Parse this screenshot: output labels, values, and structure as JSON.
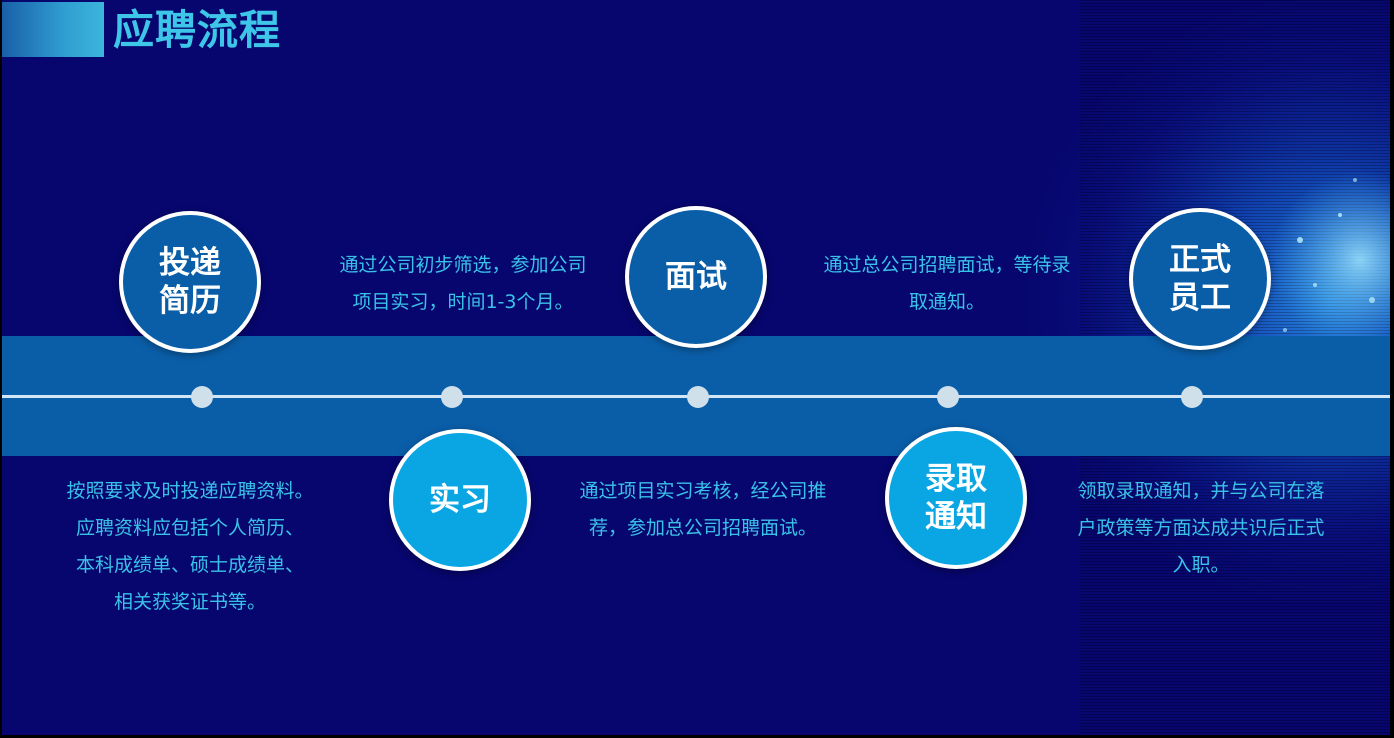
{
  "title": "应聘流程",
  "colors": {
    "background": "#07066e",
    "band": "#0a5ea8",
    "circle_dark": "#0a5ea8",
    "circle_light": "#0aa6e4",
    "text_accent": "#39c2e8",
    "title": "#3ec6e8"
  },
  "steps": [
    {
      "name_lines": [
        "投递",
        "简历"
      ],
      "style": "dark",
      "position": "above",
      "description_lines": [
        "按照要求及时投递应聘资料。",
        "应聘资料应包括个人简历、",
        "本科成绩单、硕士成绩单、",
        "相关获奖证书等。"
      ]
    },
    {
      "name_lines": [
        "实习"
      ],
      "style": "light",
      "position": "below",
      "description_lines": [
        "通过公司初步筛选，参加公司",
        "项目实习，时间1-3个月。"
      ]
    },
    {
      "name_lines": [
        "面试"
      ],
      "style": "dark",
      "position": "above",
      "description_lines": [
        "通过项目实习考核，经公司推",
        "荐，参加总公司招聘面试。"
      ]
    },
    {
      "name_lines": [
        "录取",
        "通知"
      ],
      "style": "light",
      "position": "below",
      "description_lines": [
        "通过总公司招聘面试，等待录",
        "取通知。"
      ]
    },
    {
      "name_lines": [
        "正式",
        "员工"
      ],
      "style": "dark",
      "position": "above",
      "description_lines": [
        "领取录取通知，并与公司在落",
        "户政策等方面达成共识后正式",
        "入职。"
      ]
    }
  ]
}
